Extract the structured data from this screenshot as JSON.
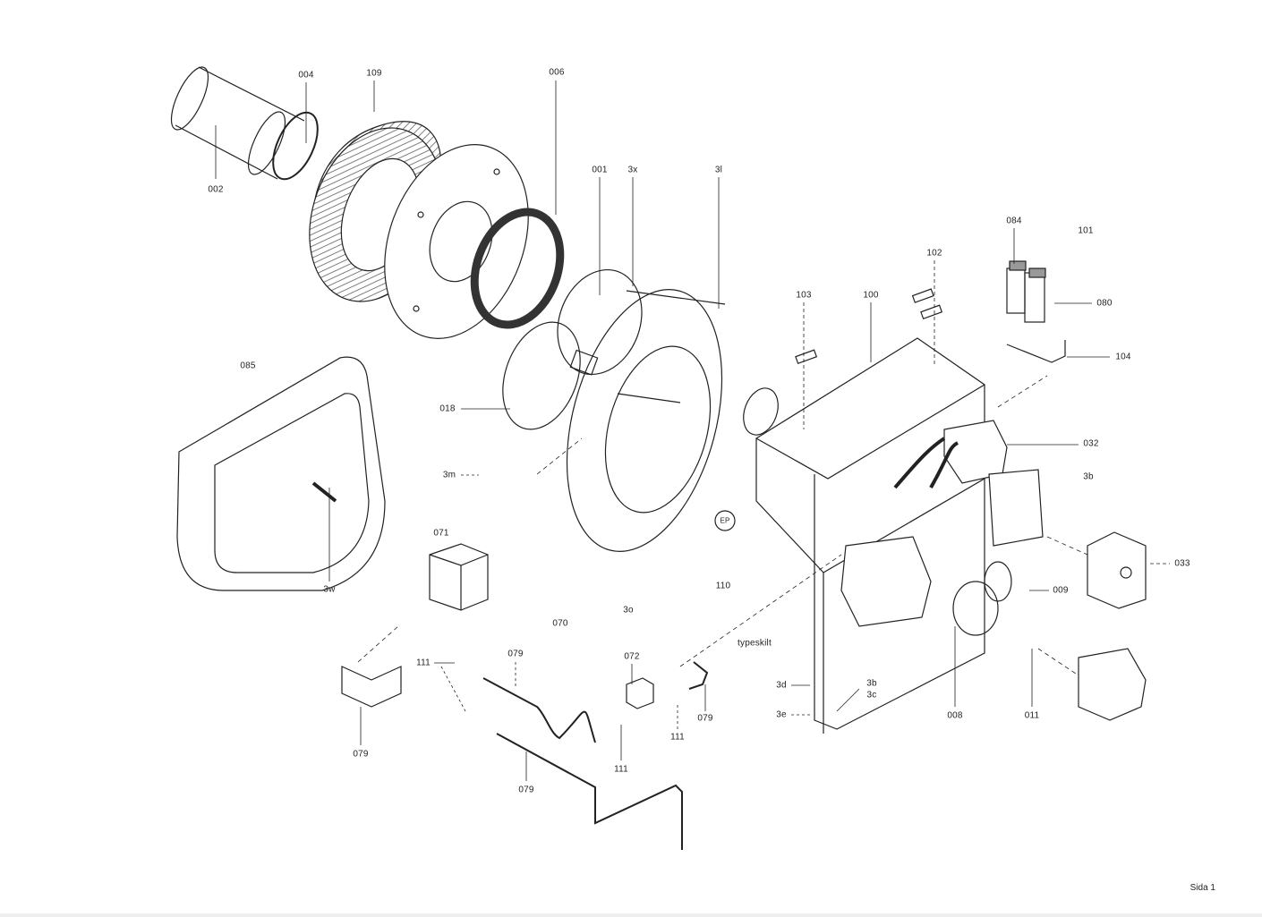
{
  "diagram": {
    "labels": {
      "p004": "004",
      "p109": "109",
      "p006": "006",
      "p002": "002",
      "p001": "001",
      "p3x": "3x",
      "p3l": "3l",
      "p084": "084",
      "p101": "101",
      "p102": "102",
      "p103": "103",
      "p100": "100",
      "p080": "080",
      "p104": "104",
      "p085": "085",
      "p018": "018",
      "p032": "032",
      "p3b_top": "3b",
      "p3m": "3m",
      "p110": "110",
      "p3w": "3w",
      "p071": "071",
      "p033": "033",
      "p009": "009",
      "p3o": "3o",
      "p070": "070",
      "typeskilt": "typeskilt",
      "p072": "072",
      "p079_a": "079",
      "p111_a": "111",
      "p3d": "3d",
      "p3b_bottom": "3b",
      "p3c": "3c",
      "p3e": "3e",
      "p079_b": "079",
      "p111_b": "111",
      "p008": "008",
      "p011": "011",
      "p079_c": "079",
      "p111_c": "111",
      "p079_d": "079"
    },
    "stamp_text": "EP"
  },
  "footer": {
    "page": "Sida 1"
  }
}
